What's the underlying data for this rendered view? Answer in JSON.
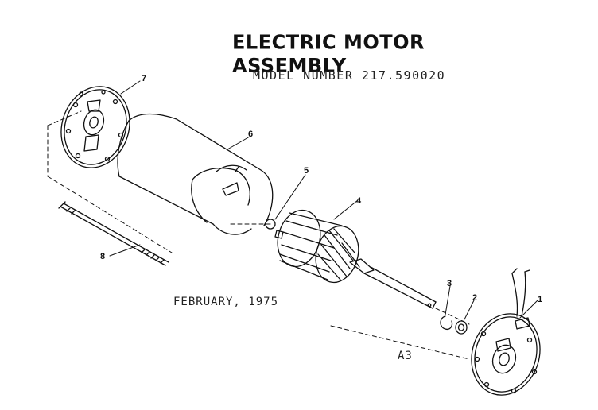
{
  "title": "ELECTRIC MOTOR ASSEMBLY",
  "model_line": "MODEL NUMBER 217.590020",
  "date": "FEBRUARY, 1975",
  "page_code": "A3",
  "callouts": {
    "c1": "1",
    "c2": "2",
    "c3": "3",
    "c4": "4",
    "c5": "5",
    "c6": "6",
    "c7": "7",
    "c8": "8"
  }
}
